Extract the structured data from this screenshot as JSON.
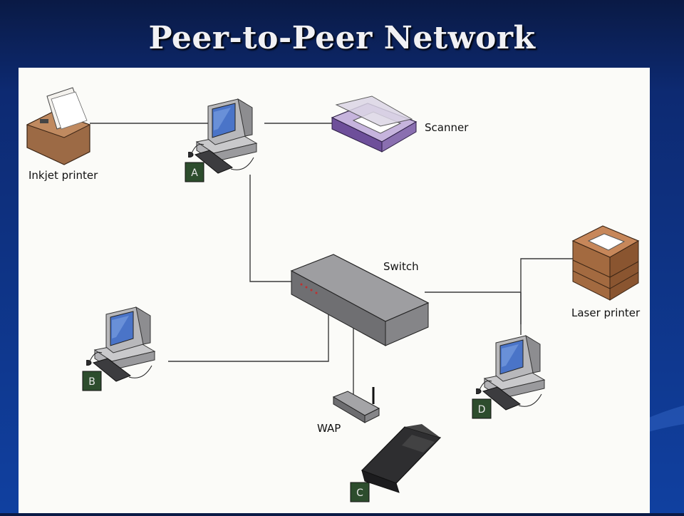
{
  "slide": {
    "title": "Peer-to-Peer Network"
  },
  "devices": {
    "inkjet_printer": "Inkjet printer",
    "scanner": "Scanner",
    "switch": "Switch",
    "laser_printer": "Laser printer",
    "wap": "WAP"
  },
  "computers": {
    "a": "A",
    "b": "B",
    "c": "C",
    "d": "D"
  },
  "colors": {
    "background": "#0d2a72",
    "badge": "#2d4d2d",
    "switch": "#8a8a8d",
    "monitor_screen": "#4a74c8",
    "scanner": "#8a6fb0"
  }
}
